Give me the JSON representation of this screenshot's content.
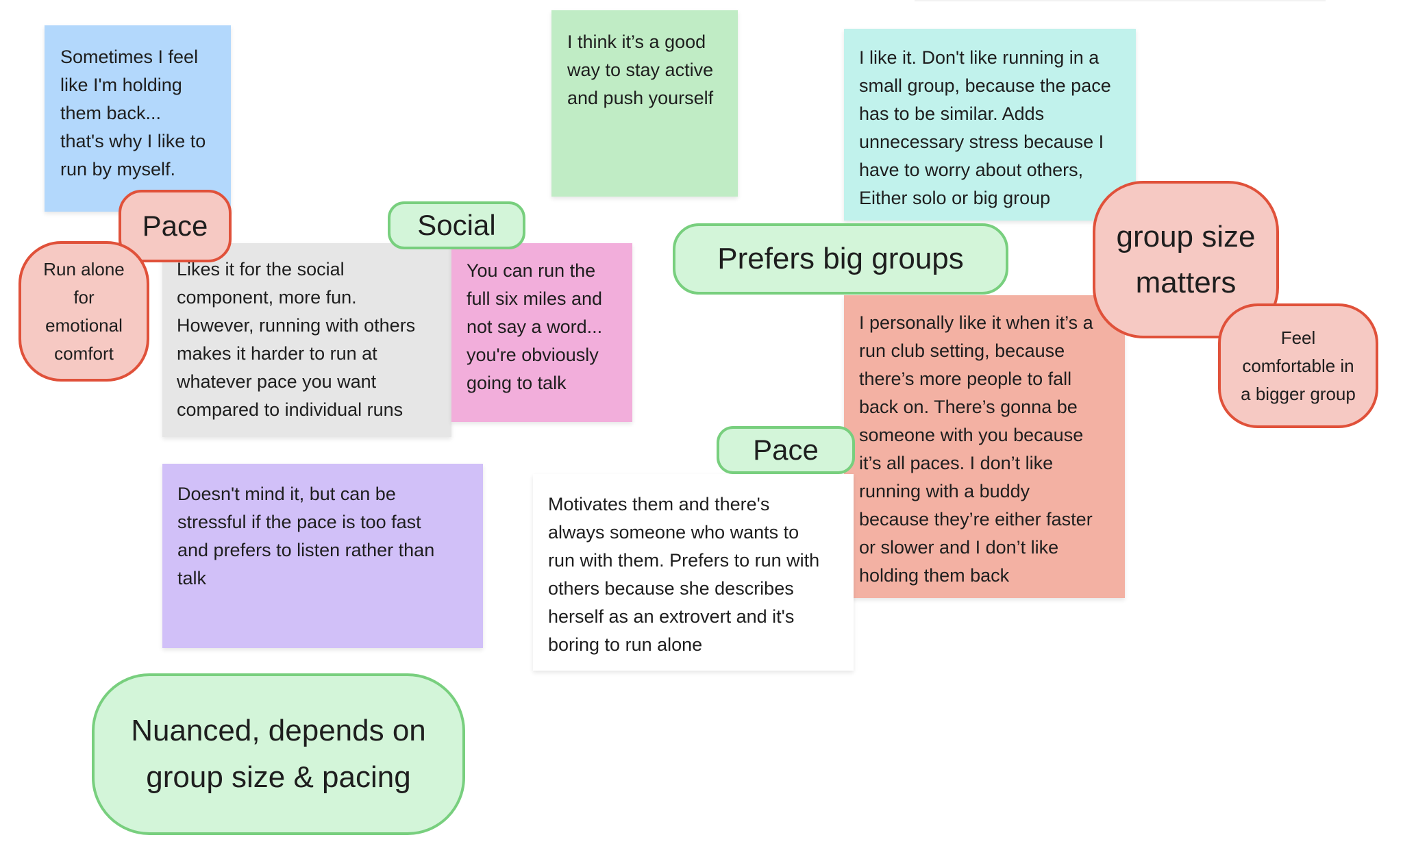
{
  "board": {
    "colors": {
      "blue": "#b3d8fc",
      "green_note": "#c0ecc5",
      "teal": "#c1f2ec",
      "grey": "#e6e6e6",
      "pink": "#f2aedb",
      "purple": "#d1c0f8",
      "white": "#ffffff",
      "salmon": "#f3b1a3",
      "tag_green_fill": "#d3f5d9",
      "tag_green_border": "#78cf7e",
      "tag_red_fill": "#f6c9c3",
      "tag_red_border": "#e0513a"
    },
    "notes": {
      "holding_back": "Sometimes I feel\nlike I'm holding\nthem back...\nthat's why I like to\nrun by myself.",
      "stay_active": "I think it’s a good\nway to stay active\nand push yourself",
      "small_group": "I like it. Don't like running in a\nsmall group, because the pace\nhas to be similar. Adds\nunnecessary stress because I\nhave to worry about others,\nEither solo or big group",
      "social_component": "Likes it for the social\ncomponent, more fun.\nHowever, running with others\nmakes it harder to run at\nwhatever pace you want\ncompared to individual runs",
      "six_miles": "You can run the\nfull six miles and\nnot say a word...\nyou're obviously\ngoing to talk",
      "run_club": "I personally like it when it’s a\nrun club setting, because\nthere’s more people to fall\nback on. There’s gonna be\nsomeone with you because\nit’s all paces. I don’t like\nrunning with a buddy\nbecause they’re either faster\nor slower and I don’t like\nholding them back",
      "doesnt_mind": "Doesn't mind it, but can be\nstressful if the pace is too fast\nand prefers to listen rather than\ntalk",
      "motivates": "Motivates them and there's\nalways someone who wants to\nrun with them. Prefers to run with\nothers because she describes\nherself as an extrovert and it's\nboring to run alone"
    },
    "tags": {
      "pace_red": "Pace",
      "run_alone": "Run alone\nfor\nemotional\ncomfort",
      "social": "Social",
      "prefers_big_groups": "Prefers big groups",
      "group_size_matters": "group size\nmatters",
      "feel_comfortable": "Feel\ncomfortable in\na bigger group",
      "pace_green": "Pace",
      "nuanced": "Nuanced, depends on\ngroup size & pacing"
    }
  }
}
